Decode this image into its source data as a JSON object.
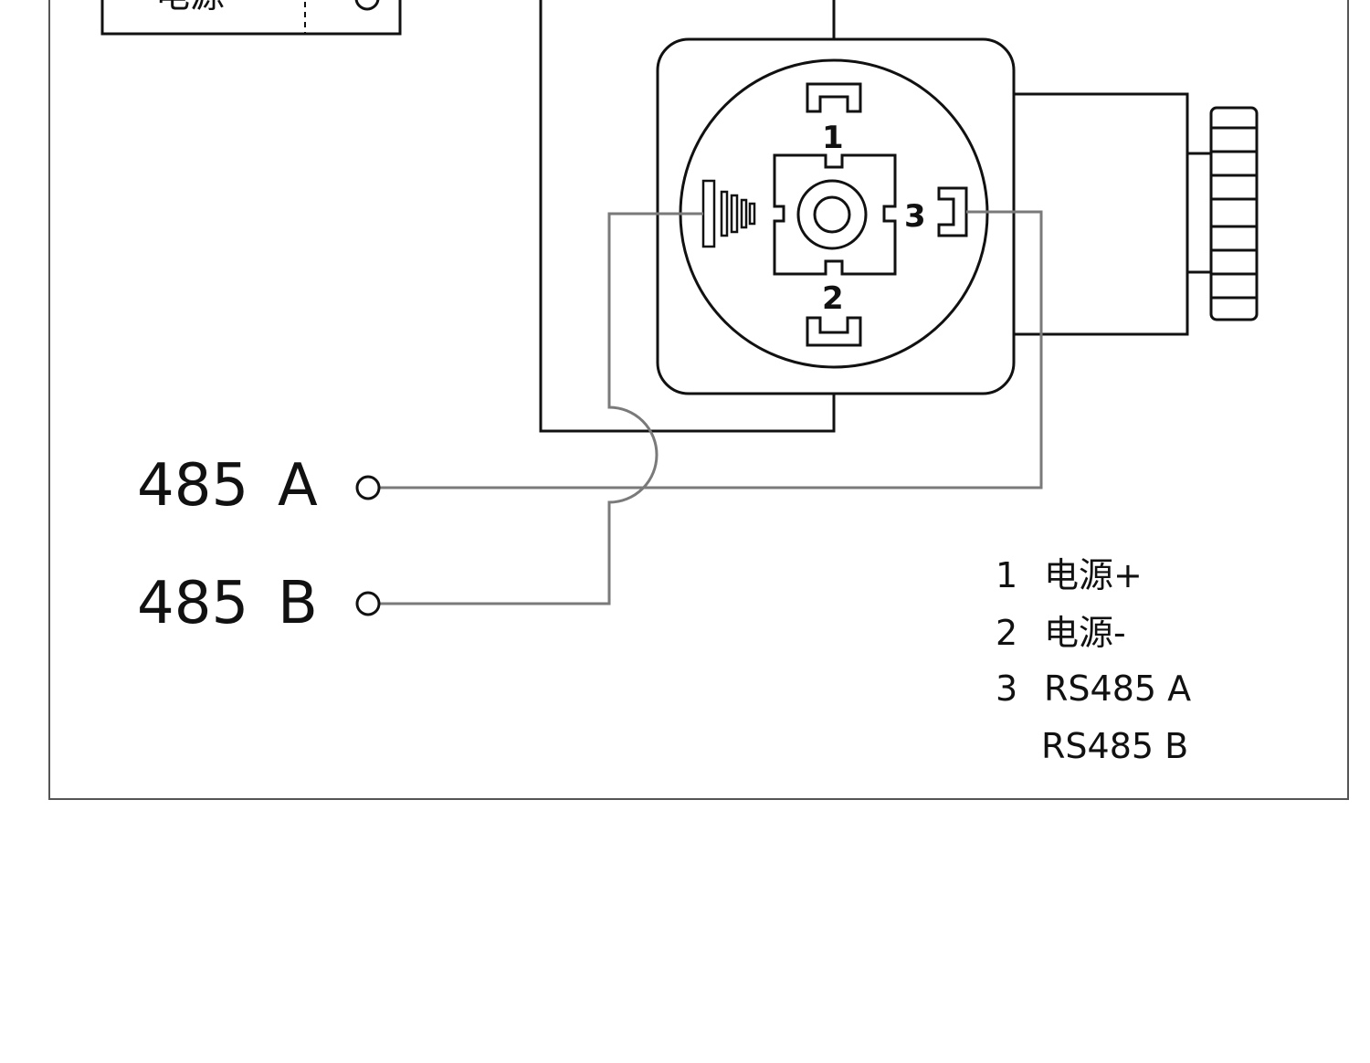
{
  "power_box": {
    "label": "电源"
  },
  "connector": {
    "pins": [
      {
        "number": "1"
      },
      {
        "number": "2"
      },
      {
        "number": "3"
      }
    ]
  },
  "terminals": [
    {
      "bus": "485",
      "line": "A"
    },
    {
      "bus": "485",
      "line": "B"
    }
  ],
  "legend": [
    {
      "num": "1",
      "text": "电源+"
    },
    {
      "num": "2",
      "text": "电源-"
    },
    {
      "num": "3",
      "text": "RS485 A"
    },
    {
      "num": "",
      "text": "RS485 B"
    }
  ],
  "colors": {
    "wire_black": "#111111",
    "wire_gray": "#7a7a7a",
    "frame": "#555555"
  }
}
